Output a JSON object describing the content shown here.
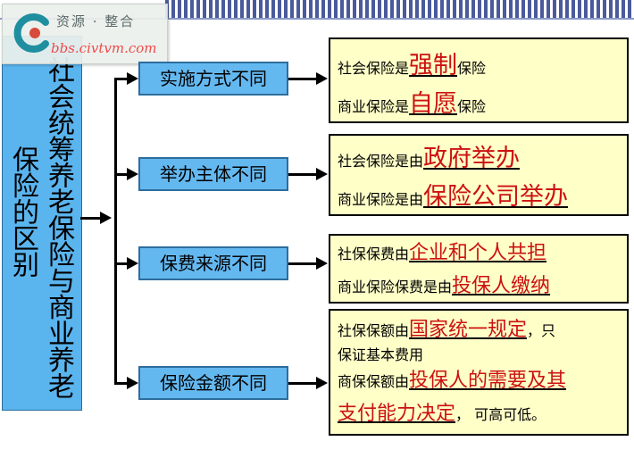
{
  "logo": {
    "text": "资源 · 整合",
    "url": "bbs.civtvm.com"
  },
  "left_title": {
    "col_a": "社会统筹养老保险与商业养老",
    "col_b": "保险的区别"
  },
  "categories": [
    {
      "label": "实施方式不同"
    },
    {
      "label": "举办主体不同"
    },
    {
      "label": "保费来源不同"
    },
    {
      "label": "保险金额不同"
    }
  ],
  "details": [
    {
      "line1": {
        "prefix": "社会保险是",
        "em": "强制",
        "suffix": "保险"
      },
      "line2": {
        "prefix": "商业保险是",
        "em": "自愿",
        "suffix": "保险"
      }
    },
    {
      "line1": {
        "prefix": "社会保险是由",
        "em": "政府举办"
      },
      "line2": {
        "prefix": "商业保险是由",
        "em": "保险公司举办"
      }
    },
    {
      "line1": {
        "prefix": "社保保费由",
        "em": "企业和个人共担"
      },
      "line2": {
        "prefix": "商业保险保费是由",
        "em": "投保人缴纳"
      }
    },
    {
      "line1": {
        "prefix": "社保保额由",
        "em": "国家统一规定",
        "suffix": "，只"
      },
      "line2": {
        "text": "保证基本费用"
      },
      "line3": {
        "prefix": "商保保额由",
        "em": "投保人的需要及其"
      },
      "line4": {
        "em": "支付能力决定",
        "suffix": "，  可高可低。"
      }
    }
  ]
}
